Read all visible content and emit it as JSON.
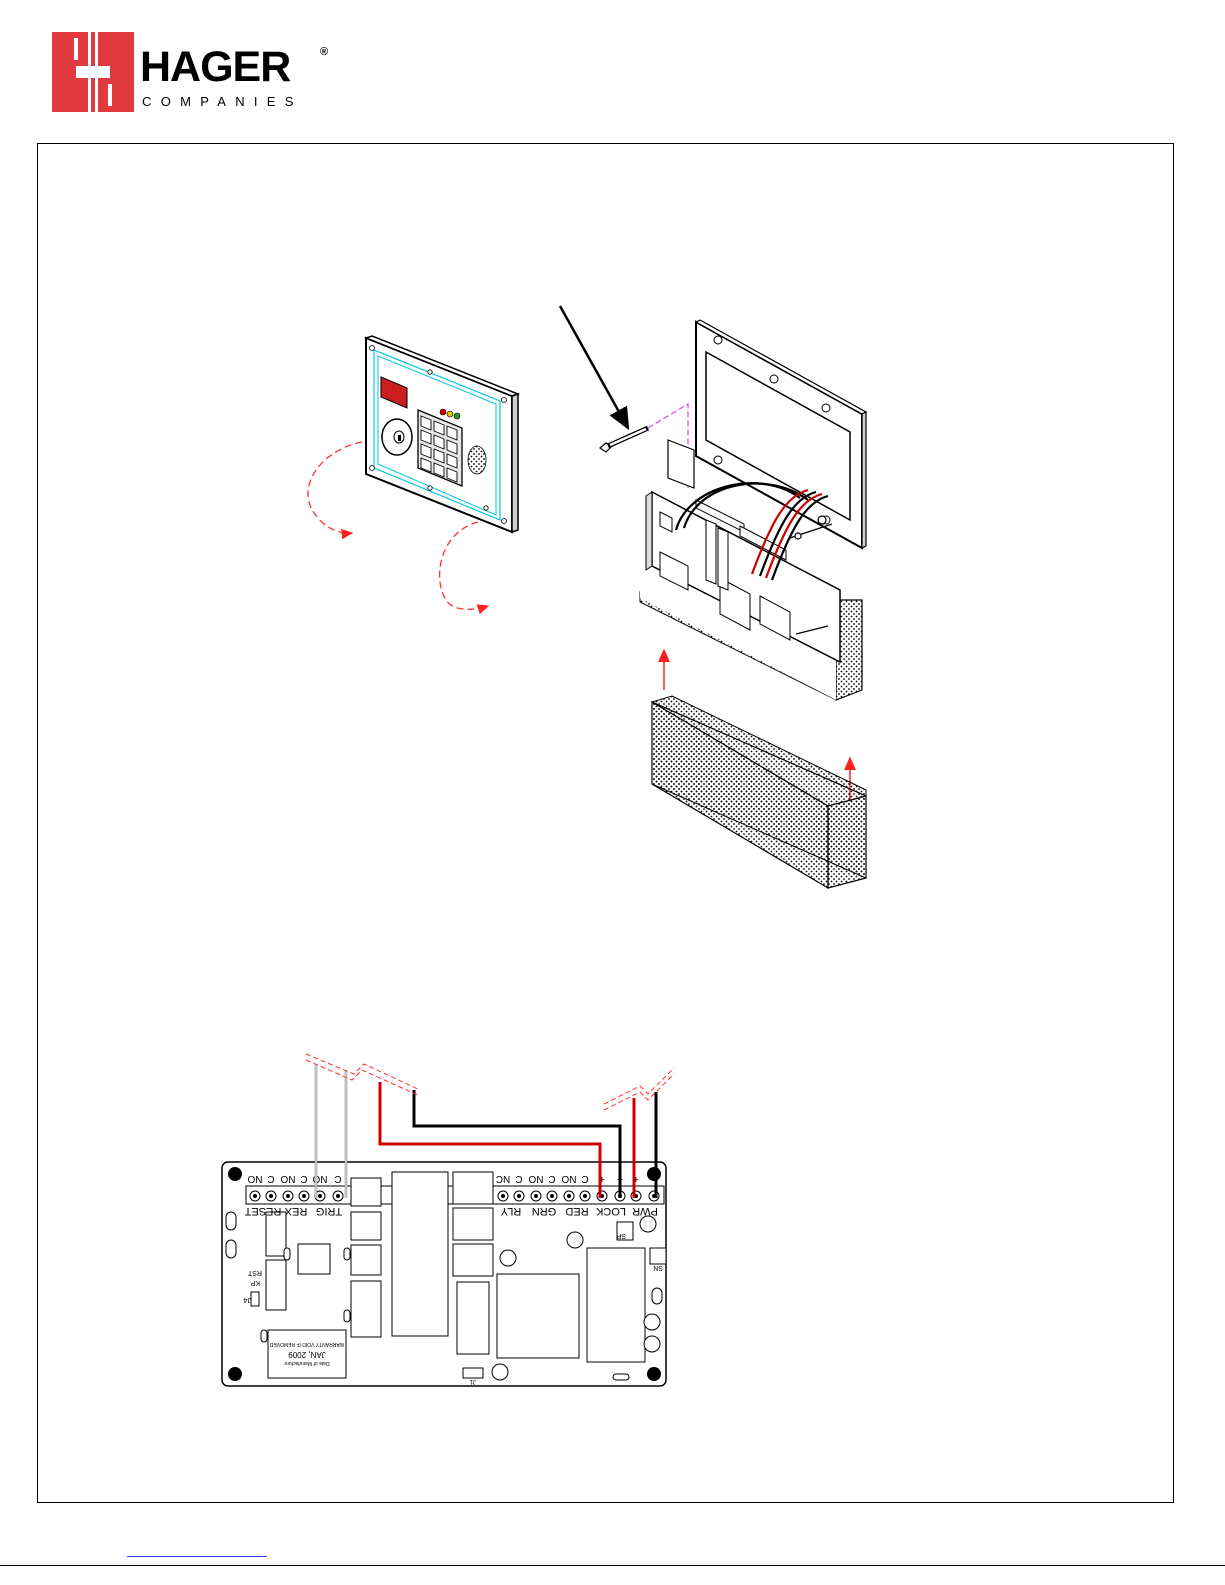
{
  "logo": {
    "word": "HAGER",
    "sub": "COMPANIES",
    "reg": "®"
  },
  "board": {
    "terminal_labels_top": [
      "NO",
      "C",
      "NO",
      "C",
      "NO",
      "C",
      "NC",
      "C",
      "NO",
      "C",
      "NO",
      "C",
      "NO",
      "C",
      "+",
      "−",
      "+",
      "−"
    ],
    "group_labels": [
      "RESET",
      "REX",
      "TRIG",
      "RLY",
      "GRN",
      "RED",
      "LOCK",
      "PWR"
    ],
    "small_labels": [
      "SP",
      "SN",
      "J4",
      "KP",
      "RST",
      "J1"
    ],
    "date_label": "Date of Manufacture",
    "date_value": "JAN, 2009",
    "warranty_text": "WARRANTY VOID IF REMOVED"
  },
  "colors": {
    "logo_red": "#e03a3e",
    "wire_red": "#cc0000",
    "dash_red": "#ff3030",
    "outline_cyan": "#00c8e0",
    "guide_magenta": "#e040e0"
  }
}
